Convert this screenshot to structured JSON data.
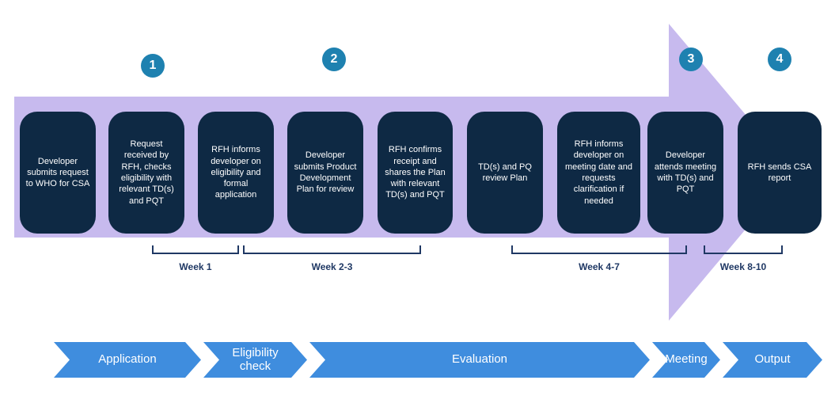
{
  "colors": {
    "arrow_fill": "#c7baee",
    "step_bg": "#0e2944",
    "milestone_bg": "#1e81b0",
    "week_color": "#1f3864",
    "phase_bg": "#3f8dde",
    "text_light": "#ffffff"
  },
  "steps": [
    {
      "text": "Developer submits request to WHO for CSA"
    },
    {
      "text": "Request received by RFH, checks eligibility with relevant TD(s) and PQT"
    },
    {
      "text": "RFH informs developer on eligibility and formal application"
    },
    {
      "text": "Developer submits Product Development Plan for review"
    },
    {
      "text": "RFH confirms receipt and shares the Plan with relevant TD(s) and PQT"
    },
    {
      "text": "TD(s) and PQ review Plan"
    },
    {
      "text": "RFH informs developer on meeting date and requests clarification if needed"
    },
    {
      "text": "Developer attends meeting with TD(s) and PQT"
    },
    {
      "text": "RFH sends CSA report"
    }
  ],
  "milestones": [
    {
      "number": "1"
    },
    {
      "number": "2"
    },
    {
      "number": "3"
    },
    {
      "number": "4"
    }
  ],
  "weeks": [
    {
      "label": "Week 1"
    },
    {
      "label": "Week 2-3"
    },
    {
      "label": "Week 4-7"
    },
    {
      "label": "Week 8-10"
    }
  ],
  "phases": [
    {
      "label": "Application"
    },
    {
      "label": "Eligibility check"
    },
    {
      "label": "Evaluation"
    },
    {
      "label": "Meeting"
    },
    {
      "label": "Output"
    }
  ]
}
